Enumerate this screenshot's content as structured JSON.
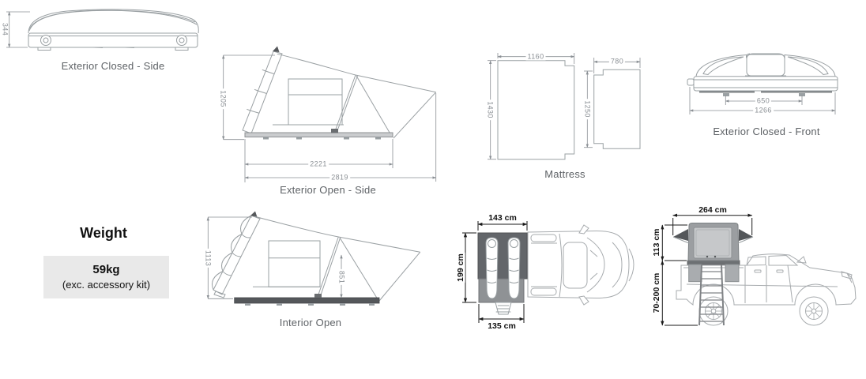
{
  "colors": {
    "linework_gray": "#9aa0a3",
    "dimension_gray": "#8a8f94",
    "caption_gray": "#5e6266",
    "bold_dim_black": "#1a1a1a",
    "tent_dark": "#54575a",
    "tent_mid": "#9b9ea1",
    "tent_footprint": "#63666a",
    "tent_window": "#c6c8ca",
    "weight_box_bg": "#e9e9e9"
  },
  "panels": {
    "exterior_closed_side": {
      "caption": "Exterior Closed - Side",
      "dims": {
        "height": "344"
      }
    },
    "exterior_open_side": {
      "caption": "Exterior Open - Side",
      "dims": {
        "height": "1205",
        "base_length": "2221",
        "overall_length": "2819"
      }
    },
    "mattress": {
      "caption": "Mattress",
      "dims": {
        "main_width": "1160",
        "main_length": "1430",
        "extension_width": "780",
        "extension_length": "1250"
      }
    },
    "exterior_closed_front": {
      "caption": "Exterior Closed - Front",
      "dims": {
        "mount_spacing": "650",
        "overall_width": "1266"
      }
    },
    "weight": {
      "heading": "Weight",
      "value": "59kg",
      "note": "(exc. accessory kit)"
    },
    "interior_open": {
      "caption": "Interior Open",
      "dims": {
        "height": "1113",
        "interior_height": "851"
      }
    },
    "vehicle_top_view": {
      "dims": {
        "tent_width": "143 cm",
        "tent_length": "199 cm",
        "footprint_width": "135 cm"
      }
    },
    "vehicle_side_view": {
      "dims": {
        "open_length": "264 cm",
        "tent_height": "113 cm",
        "ladder_range": "70-200 cm"
      }
    }
  }
}
